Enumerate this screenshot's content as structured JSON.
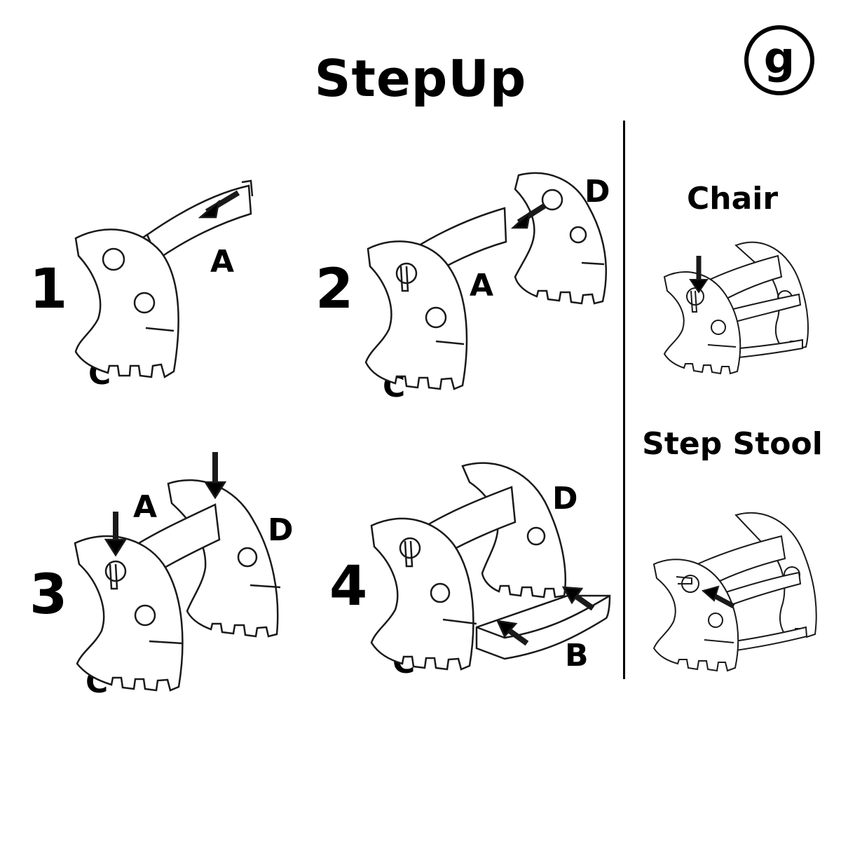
{
  "title": "StepUp",
  "logo": {
    "letter": "g",
    "icon": "g-logo-icon"
  },
  "steps": [
    {
      "number": "1",
      "labels": [
        "A",
        "C"
      ]
    },
    {
      "number": "2",
      "labels": [
        "D",
        "A",
        "C"
      ]
    },
    {
      "number": "3",
      "labels": [
        "A",
        "D",
        "C"
      ]
    },
    {
      "number": "4",
      "labels": [
        "D",
        "B",
        "C"
      ]
    }
  ],
  "configs": [
    {
      "title": "Chair"
    },
    {
      "title": "Step Stool"
    }
  ],
  "colors": {
    "ink": "#000000",
    "background": "#ffffff"
  }
}
